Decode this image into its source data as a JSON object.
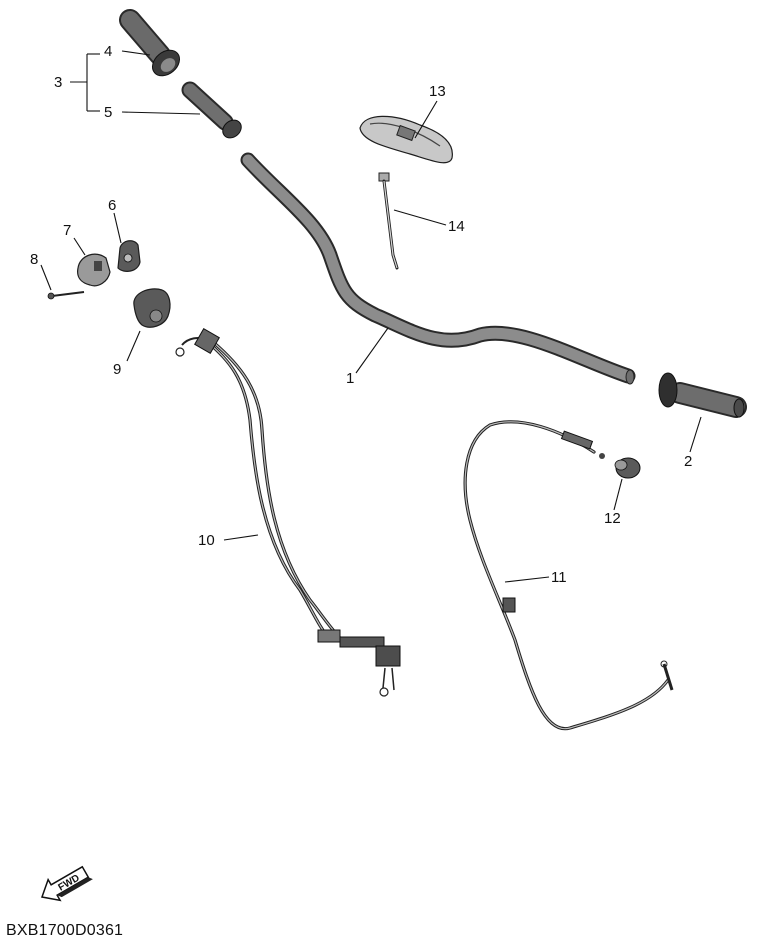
{
  "diagram_code": "BXB1700D0361",
  "fwd_label": "FWD",
  "callouts": {
    "c1": "1",
    "c2": "2",
    "c3": "3",
    "c4": "4",
    "c5": "5",
    "c6": "6",
    "c7": "7",
    "c8": "8",
    "c9": "9",
    "c10": "10",
    "c11": "11",
    "c12": "12",
    "c13": "13",
    "c14": "14"
  }
}
